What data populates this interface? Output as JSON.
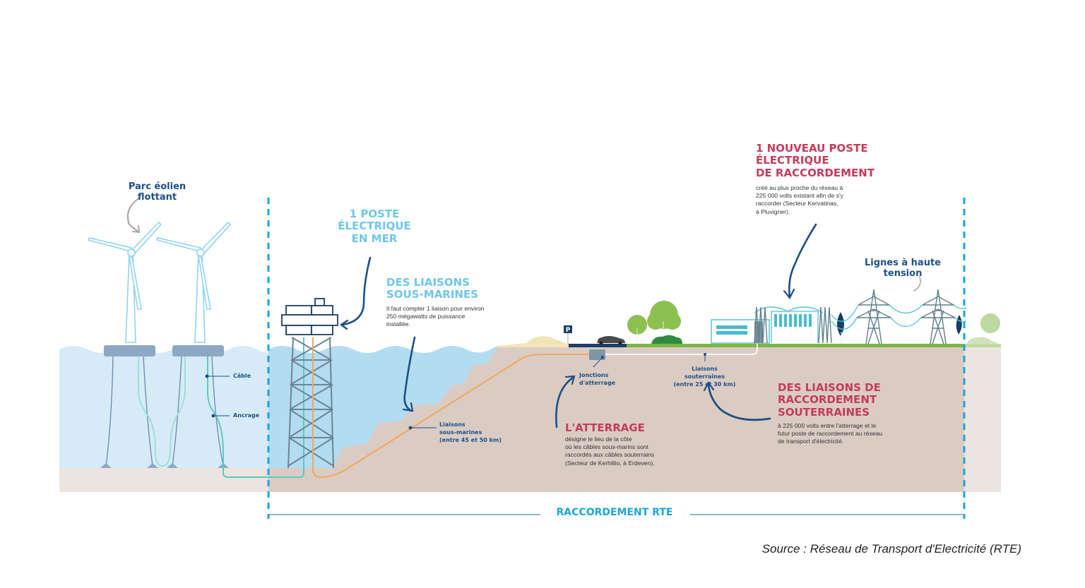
{
  "diagram": {
    "title_labels": {
      "wind_park": [
        "Parc éolien",
        "flottant"
      ],
      "offshore_substation": [
        "1 POSTE",
        "ÉLECTRIQUE",
        "EN MER"
      ],
      "submarine_links": {
        "title": [
          "DES LIAISONS",
          "SOUS-MARINES"
        ],
        "description": [
          "Il faut compter 1 liaison pour environ",
          "250 mégawatts de puissance",
          "installée."
        ]
      },
      "new_substation": {
        "title": [
          "1 NOUVEAU POSTE",
          "ÉLECTRIQUE",
          "DE RACCORDEMENT"
        ],
        "description": [
          "créé au plus proche du réseau à",
          "225 000 volts existant afin de s'y",
          "raccorder (Secteur Kervatinas,",
          "à Pluvigner)."
        ]
      },
      "high_voltage_lines": [
        "Lignes à haute",
        "tension"
      ],
      "landing": {
        "title": "L'ATTERRAGE",
        "description": [
          "désigne le lieu de la côte",
          "où les câbles sous-marins sont",
          "raccordés aux câbles souterrains",
          "(Secteur de Kerhillio, à Erdeven)."
        ]
      },
      "underground_links": {
        "title": [
          "DES LIAISONS DE",
          "RACCORDEMENT",
          "SOUTERRAINES"
        ],
        "description": [
          "à 225 000 volts entre l'atterrage et le",
          "futur poste de raccordement au réseau",
          "de transport d'électricité."
        ]
      }
    },
    "callouts": {
      "cable": "Câble",
      "anchoring": "Ancrage",
      "submarine_cable": [
        "Liaisons",
        "sous-marines",
        "(entre 45 et 50 km)"
      ],
      "landing_junctions": [
        "Jonctions",
        "d'atterrage"
      ],
      "underground_cable": [
        "Liaisons souterraines",
        "(entre 25 et 30 km)"
      ]
    },
    "parking_sign": "P",
    "span_label": "RACCORDEMENT RTE",
    "source": "Source : Réseau de Transport d'Electricité (RTE)",
    "colors": {
      "sea_light": "#d6ebf7",
      "sea_dark": "#b3dcf1",
      "seabed": "#ebe4df",
      "ground": "#dbccc3",
      "sand": "#f1e5b8",
      "grass": "#7ab648",
      "road": "#1d3d66",
      "navy": "#1d4f86",
      "dash_blue": "#1ca3dc",
      "turbine": "#8fd3ef",
      "float": "#8ba9c4",
      "teal_cable": "#5ec8c0",
      "orange_cable": "#f2a75c",
      "red_title": "#c43c5a",
      "light_title": "#6ec6ea"
    }
  }
}
